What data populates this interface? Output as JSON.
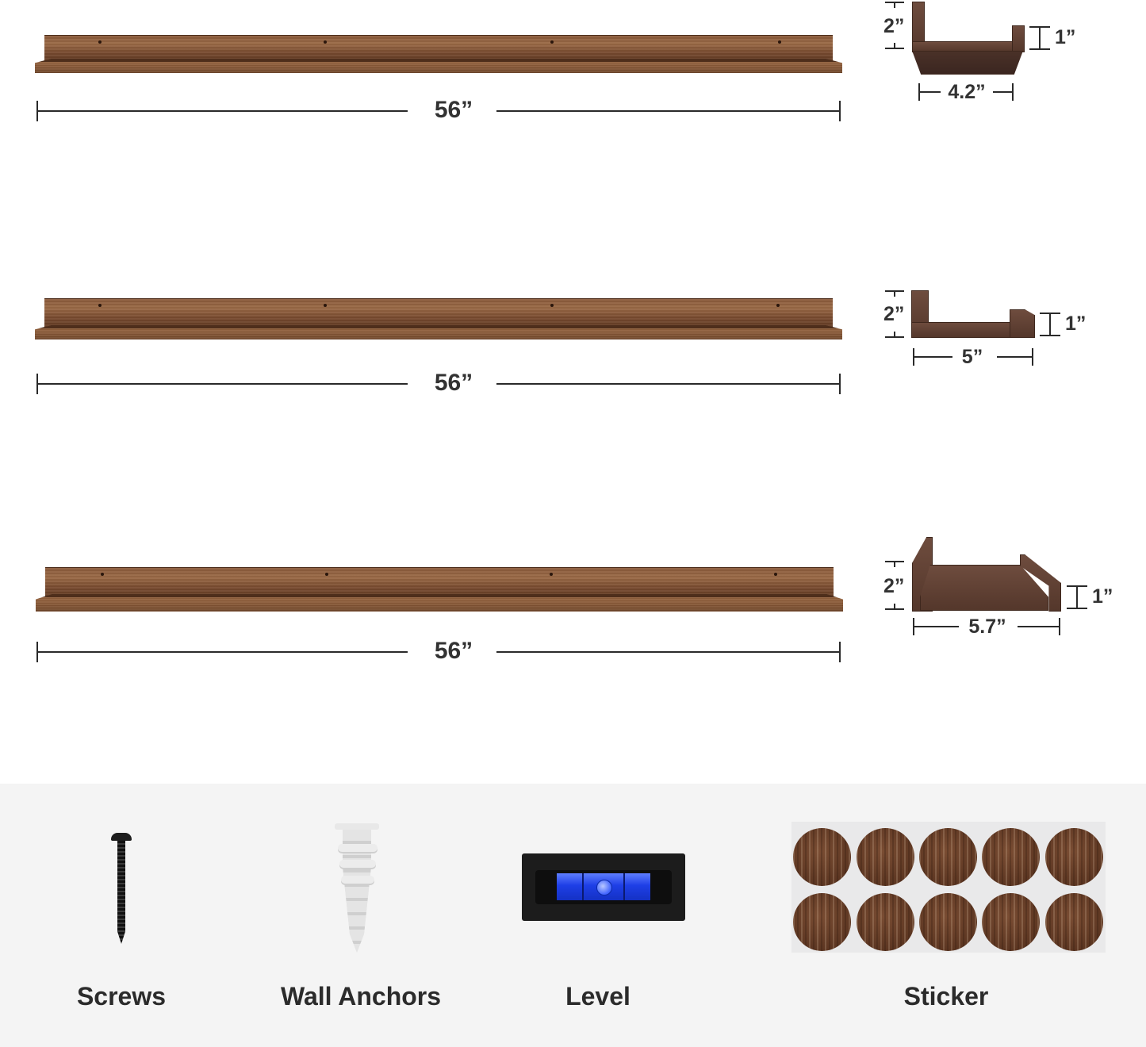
{
  "shelves": [
    {
      "length_label": "56”",
      "profile": {
        "back_height": "2”",
        "lip_height": "1”",
        "depth": "4.2”"
      }
    },
    {
      "length_label": "56”",
      "profile": {
        "back_height": "2”",
        "lip_height": "1”",
        "depth": "5”"
      }
    },
    {
      "length_label": "56”",
      "profile": {
        "back_height": "2”",
        "lip_height": "1”",
        "depth": "5.7”"
      }
    }
  ],
  "accessories": [
    {
      "label": "Screws",
      "icon": "screw-icon"
    },
    {
      "label": "Wall Anchors",
      "icon": "wall-anchor-icon"
    },
    {
      "label": "Level",
      "icon": "bubble-level-icon"
    },
    {
      "label": "Sticker",
      "icon": "wood-sticker-sheet-icon"
    }
  ],
  "colors": {
    "wood": "#8a5a3a",
    "wood_dark": "#54372b",
    "dimension_line": "#2a2a2a",
    "accessory_panel_bg": "#f4f4f4",
    "level_vial": "#1e3fe6"
  }
}
